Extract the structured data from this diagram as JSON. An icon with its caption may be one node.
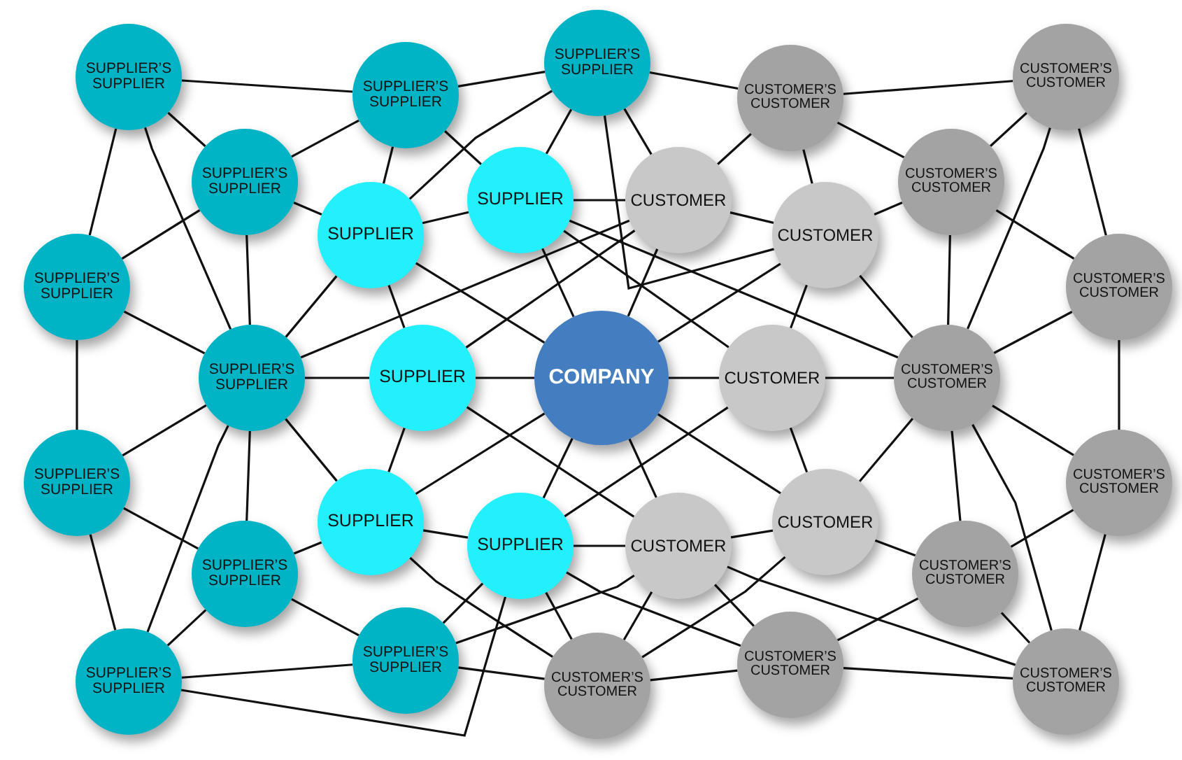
{
  "diagram": {
    "nodes": [
      {
        "text": [
          "SUPPLIER’S SUPPLIER"
        ]
      },
      {
        "text": [
          "SUPPLIER’S SUPPLIER"
        ]
      },
      {
        "text": [
          "SUPPLIER’S SUPPLIER"
        ]
      },
      {
        "text": [
          "CUSTOMER’S CUSTOMER"
        ]
      },
      {
        "text": [
          "CUSTOMER’S CUSTOMER"
        ]
      },
      {
        "text": [
          "SUPPLIER’S SUPPLIER"
        ]
      },
      {
        "text": [
          "CUSTOMER’S CUSTOMER"
        ]
      },
      {
        "text": [
          "SUPPLIER"
        ]
      },
      {
        "text": [
          "SUPPLIER"
        ]
      },
      {
        "text": [
          "CUSTOMER"
        ]
      },
      {
        "text": [
          "CUSTOMER"
        ]
      },
      {
        "text": [
          "SUPPLIER’S SUPPLIER"
        ]
      },
      {
        "text": [
          "CUSTOMER’S CUSTOMER"
        ]
      },
      {
        "text": [
          "SUPPLIER’S SUPPLIER"
        ]
      },
      {
        "text": [
          "SUPPLIER"
        ]
      },
      {
        "text": [
          "COMPANY"
        ]
      },
      {
        "text": [
          "CUSTOMER"
        ]
      },
      {
        "text": [
          "CUSTOMER’S CUSTOMER"
        ]
      },
      {
        "text": [
          "SUPPLIER’S SUPPLIER"
        ]
      },
      {
        "text": [
          "CUSTOMER’S CUSTOMER"
        ]
      },
      {
        "text": [
          "SUPPLIER"
        ]
      },
      {
        "text": [
          "SUPPLIER"
        ]
      },
      {
        "text": [
          "CUSTOMER"
        ]
      },
      {
        "text": [
          "CUSTOMER"
        ]
      },
      {
        "text": [
          "SUPPLIER’S SUPPLIER"
        ]
      },
      {
        "text": [
          "CUSTOMER’S CUSTOMER"
        ]
      },
      {
        "text": [
          "SUPPLIER’S SUPPLIER"
        ]
      },
      {
        "text": [
          "SUPPLIER’S SUPPLIER"
        ]
      },
      {
        "text": [
          "CUSTOMER’S CUSTOMER"
        ]
      },
      {
        "text": [
          "CUSTOMER’S CUSTOMER"
        ]
      },
      {
        "text": [
          "CUSTOMER’S CUSTOMER"
        ]
      }
    ],
    "edges": [
      {
        "from": 0,
        "to": 1,
        "arrow": "none"
      },
      {
        "from": 0,
        "to": 5,
        "arrow": "none"
      },
      {
        "from": 0,
        "to": 11,
        "arrow": "none"
      },
      {
        "from": 0,
        "to": 13,
        "arrow": "none"
      },
      {
        "from": 1,
        "to": 2,
        "arrow": "none"
      },
      {
        "from": 1,
        "to": 5,
        "arrow": "none"
      },
      {
        "from": 1,
        "to": 7,
        "arrow": "none"
      },
      {
        "from": 1,
        "to": 8,
        "arrow": "none"
      },
      {
        "from": 2,
        "to": 3,
        "arrow": "none"
      },
      {
        "from": 2,
        "to": 7,
        "arrow": "none"
      },
      {
        "from": 2,
        "to": 8,
        "arrow": "none"
      },
      {
        "from": 2,
        "to": 9,
        "arrow": "none"
      },
      {
        "from": 2,
        "to": 10,
        "arrow": "none"
      },
      {
        "from": 3,
        "to": 4,
        "arrow": "none"
      },
      {
        "from": 3,
        "to": 6,
        "arrow": "none"
      },
      {
        "from": 3,
        "to": 9,
        "arrow": "none"
      },
      {
        "from": 3,
        "to": 10,
        "arrow": "none"
      },
      {
        "from": 4,
        "to": 6,
        "arrow": "none"
      },
      {
        "from": 4,
        "to": 12,
        "arrow": "none"
      },
      {
        "from": 4,
        "to": 17,
        "arrow": "none"
      },
      {
        "from": 5,
        "to": 7,
        "arrow": "none"
      },
      {
        "from": 5,
        "to": 11,
        "arrow": "none"
      },
      {
        "from": 5,
        "to": 13,
        "arrow": "none"
      },
      {
        "from": 6,
        "to": 10,
        "arrow": "none"
      },
      {
        "from": 6,
        "to": 12,
        "arrow": "none"
      },
      {
        "from": 6,
        "to": 17,
        "arrow": "none"
      },
      {
        "from": 7,
        "to": 8,
        "arrow": "none"
      },
      {
        "from": 7,
        "to": 13,
        "arrow": "none"
      },
      {
        "from": 7,
        "to": 14,
        "arrow": "none"
      },
      {
        "from": 7,
        "to": 15,
        "arrow": "none"
      },
      {
        "from": 8,
        "to": 9,
        "arrow": "none"
      },
      {
        "from": 8,
        "to": 15,
        "arrow": "none"
      },
      {
        "from": 8,
        "to": 16,
        "arrow": "none"
      },
      {
        "from": 8,
        "to": 17,
        "arrow": "none"
      },
      {
        "from": 9,
        "to": 10,
        "arrow": "none"
      },
      {
        "from": 9,
        "to": 15,
        "arrow": "none"
      },
      {
        "from": 13,
        "to": 9,
        "arrow": "none"
      },
      {
        "from": 14,
        "to": 9,
        "arrow": "none"
      },
      {
        "from": 10,
        "to": 15,
        "arrow": "none"
      },
      {
        "from": 10,
        "to": 16,
        "arrow": "none"
      },
      {
        "from": 10,
        "to": 17,
        "arrow": "none"
      },
      {
        "from": 11,
        "to": 13,
        "arrow": "none"
      },
      {
        "from": 11,
        "to": 18,
        "arrow": "none"
      },
      {
        "from": 12,
        "to": 17,
        "arrow": "none"
      },
      {
        "from": 12,
        "to": 19,
        "arrow": "none"
      },
      {
        "from": 13,
        "to": 14,
        "arrow": "none"
      },
      {
        "from": 13,
        "to": 18,
        "arrow": "none"
      },
      {
        "from": 13,
        "to": 20,
        "arrow": "none"
      },
      {
        "from": 13,
        "to": 24,
        "arrow": "none"
      },
      {
        "from": 13,
        "to": 26,
        "arrow": "none"
      },
      {
        "from": 14,
        "to": 15,
        "arrow": "none"
      },
      {
        "from": 14,
        "to": 20,
        "arrow": "none"
      },
      {
        "from": 14,
        "to": 22,
        "arrow": "none"
      },
      {
        "from": 15,
        "to": 16,
        "arrow": "none"
      },
      {
        "from": 15,
        "to": 20,
        "arrow": "none"
      },
      {
        "from": 15,
        "to": 21,
        "arrow": "none"
      },
      {
        "from": 15,
        "to": 22,
        "arrow": "none"
      },
      {
        "from": 15,
        "to": 23,
        "arrow": "none"
      },
      {
        "from": 16,
        "to": 17,
        "arrow": "none"
      },
      {
        "from": 16,
        "to": 21,
        "arrow": "none"
      },
      {
        "from": 16,
        "to": 23,
        "arrow": "none"
      },
      {
        "from": 17,
        "to": 19,
        "arrow": "none"
      },
      {
        "from": 17,
        "to": 23,
        "arrow": "none"
      },
      {
        "from": 17,
        "to": 25,
        "arrow": "none"
      },
      {
        "from": 17,
        "to": 30,
        "arrow": "none"
      },
      {
        "from": 18,
        "to": 24,
        "arrow": "none"
      },
      {
        "from": 18,
        "to": 26,
        "arrow": "none"
      },
      {
        "from": 19,
        "to": 25,
        "arrow": "none"
      },
      {
        "from": 19,
        "to": 30,
        "arrow": "none"
      },
      {
        "from": 20,
        "to": 21,
        "arrow": "none"
      },
      {
        "from": 20,
        "to": 24,
        "arrow": "none"
      },
      {
        "from": 20,
        "to": 28,
        "arrow": "none"
      },
      {
        "from": 21,
        "to": 22,
        "arrow": "none"
      },
      {
        "from": 21,
        "to": 26,
        "arrow": "none"
      },
      {
        "from": 21,
        "to": 27,
        "arrow": "none"
      },
      {
        "from": 21,
        "to": 28,
        "arrow": "none"
      },
      {
        "from": 21,
        "to": 29,
        "arrow": "none"
      },
      {
        "from": 22,
        "to": 23,
        "arrow": "none"
      },
      {
        "from": 22,
        "to": 27,
        "arrow": "none"
      },
      {
        "from": 22,
        "to": 28,
        "arrow": "none"
      },
      {
        "from": 22,
        "to": 29,
        "arrow": "none"
      },
      {
        "from": 22,
        "to": 30,
        "arrow": "none"
      },
      {
        "from": 23,
        "to": 25,
        "arrow": "none"
      },
      {
        "from": 23,
        "to": 28,
        "arrow": "none"
      },
      {
        "from": 24,
        "to": 26,
        "arrow": "none"
      },
      {
        "from": 24,
        "to": 27,
        "arrow": "none"
      },
      {
        "from": 25,
        "to": 29,
        "arrow": "none"
      },
      {
        "from": 25,
        "to": 30,
        "arrow": "none"
      },
      {
        "from": 26,
        "to": 27,
        "arrow": "none"
      },
      {
        "from": 27,
        "to": 28,
        "arrow": "none"
      },
      {
        "from": 28,
        "to": 29,
        "arrow": "none"
      },
      {
        "from": 29,
        "to": 30,
        "arrow": "none"
      }
    ]
  }
}
